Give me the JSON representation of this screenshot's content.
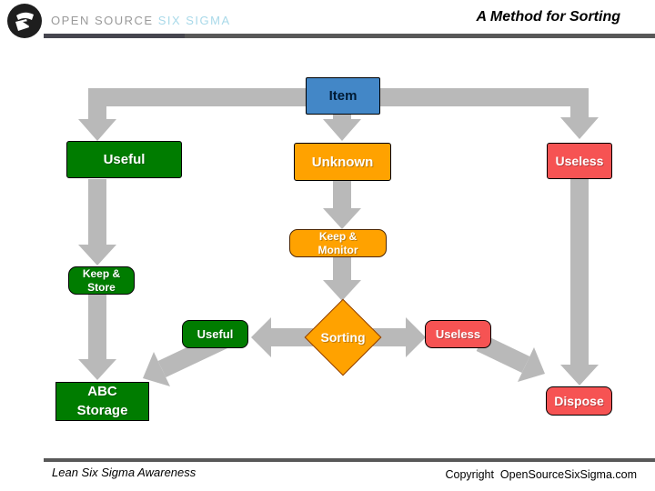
{
  "colors": {
    "box_blue": "#4387c7",
    "box_green": "#007c00",
    "box_orange": "#ffa200",
    "box_red": "#f65353",
    "arrow_gray": "#b9b9b9",
    "rule_gray": "#585858",
    "rule_dark": "#46464f",
    "brand_gray": "#9a9a9a",
    "brand_blue": "#a9d9e9",
    "diamond_border": "#8b3a00"
  },
  "header": {
    "brand_primary": "OPEN SOURCE ",
    "brand_secondary": "SIX SIGMA",
    "title": "A Method for Sorting"
  },
  "flowchart": {
    "item": {
      "label": "Item"
    },
    "useful_top": {
      "label": "Useful"
    },
    "unknown": {
      "label": "Unknown"
    },
    "useless_top": {
      "label": "Useless"
    },
    "keep_monitor": {
      "line1": "Keep &",
      "line2": "Monitor"
    },
    "keep_store": {
      "line1": "Keep &",
      "line2": "Store"
    },
    "useful_mid": {
      "label": "Useful"
    },
    "sorting": {
      "label": "Sorting"
    },
    "useless_mid": {
      "label": "Useless"
    },
    "abc_storage": {
      "line1": "ABC",
      "line2": "Storage"
    },
    "dispose": {
      "label": "Dispose"
    }
  },
  "footer": {
    "left": "Lean Six Sigma Awareness",
    "right": "Copyright  OpenSourceSixSigma.com"
  }
}
